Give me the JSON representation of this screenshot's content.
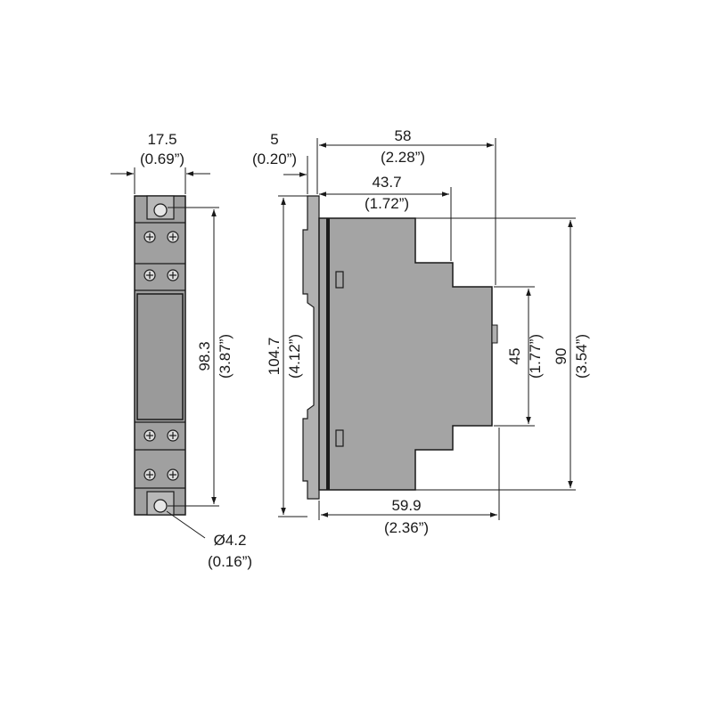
{
  "drawing": {
    "front_view": {
      "width_mm": "17.5",
      "width_in": "(0.69”)",
      "height_mm": "98.3",
      "height_in": "(3.87”)",
      "hole_mm": "Ø4.2",
      "hole_in": "(0.16”)"
    },
    "side_view": {
      "offset_mm": "5",
      "offset_in": "(0.20”)",
      "depth_mm": "58",
      "depth_in": "(2.28”)",
      "step_mm": "43.7",
      "step_in": "(1.72”)",
      "total_height_mm": "104.7",
      "total_height_in": "(4.12”)",
      "front_height_mm": "45",
      "front_height_in": "(1.77”)",
      "body_height_mm": "90",
      "body_height_in": "(3.54”)",
      "base_depth_mm": "59.9",
      "base_depth_in": "(2.36”)"
    },
    "colors": {
      "body": "#a4a4a4",
      "body_dark": "#8a8a8a",
      "terminal": "#b0b0b0",
      "line": "#1a1a1a"
    }
  }
}
